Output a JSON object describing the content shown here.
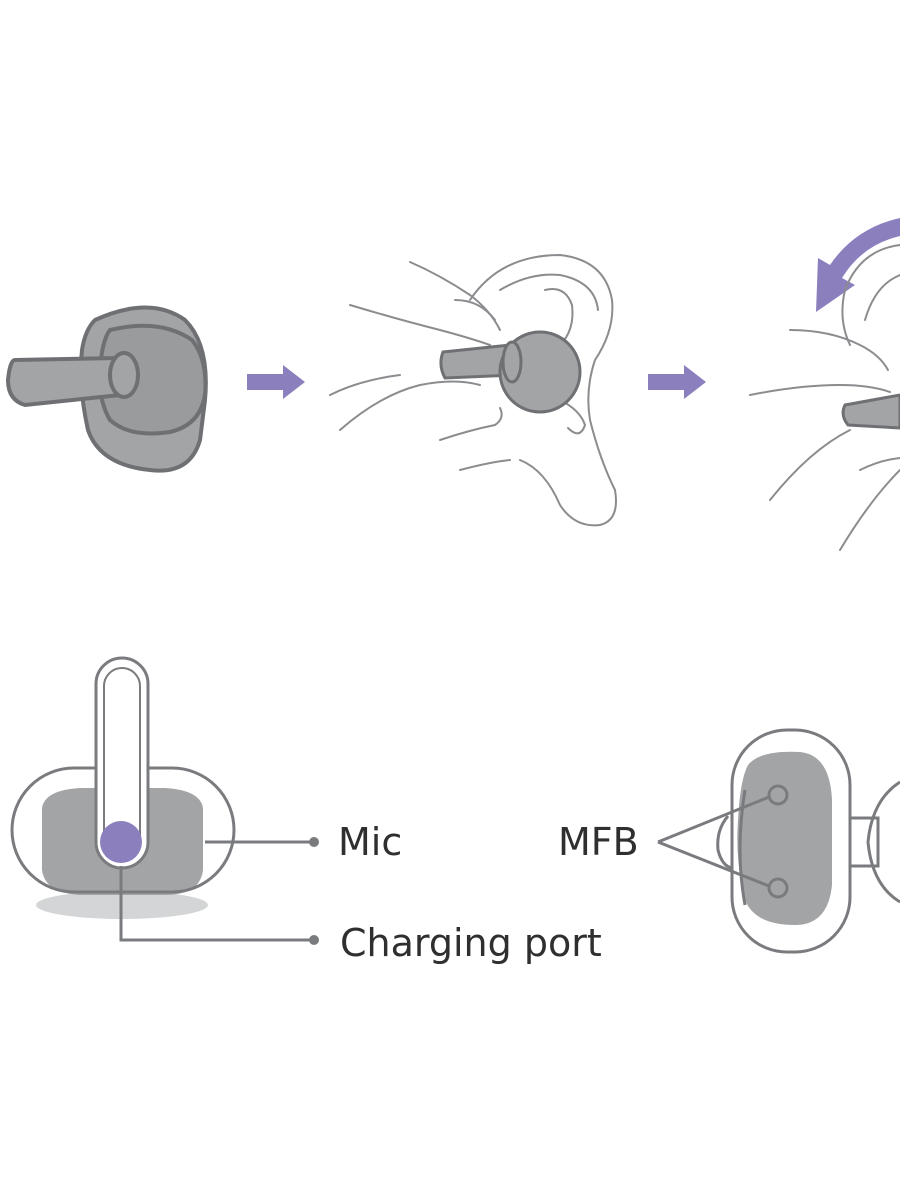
{
  "labels": {
    "mic": "Mic",
    "charging_port": "Charging port",
    "mfb": "MFB"
  },
  "colors": {
    "body_fill": "#9fa0a2",
    "outline": "#6f7073",
    "line_art": "#8b8c8f",
    "accent": "#8b7fbd",
    "text": "#2f2f2f"
  },
  "icons": [
    "earbud",
    "arrow-right",
    "ear-with-hand",
    "rotate-arrow",
    "mic-dot",
    "button-dot"
  ]
}
